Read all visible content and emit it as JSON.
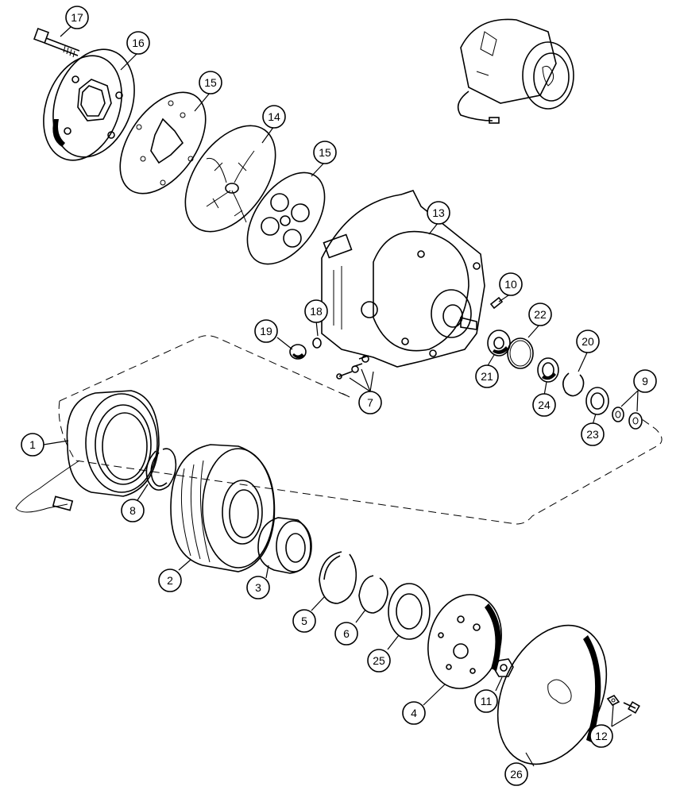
{
  "callouts": [
    {
      "id": "c1",
      "label": "1"
    },
    {
      "id": "c2",
      "label": "2"
    },
    {
      "id": "c3",
      "label": "3"
    },
    {
      "id": "c4",
      "label": "4"
    },
    {
      "id": "c5",
      "label": "5"
    },
    {
      "id": "c6",
      "label": "6"
    },
    {
      "id": "c7",
      "label": "7"
    },
    {
      "id": "c8",
      "label": "8"
    },
    {
      "id": "c9",
      "label": "9"
    },
    {
      "id": "c10",
      "label": "10"
    },
    {
      "id": "c11",
      "label": "11"
    },
    {
      "id": "c12",
      "label": "12"
    },
    {
      "id": "c13",
      "label": "13"
    },
    {
      "id": "c14",
      "label": "14"
    },
    {
      "id": "c15a",
      "label": "15"
    },
    {
      "id": "c15b",
      "label": "15"
    },
    {
      "id": "c16",
      "label": "16"
    },
    {
      "id": "c17",
      "label": "17"
    },
    {
      "id": "c18",
      "label": "18"
    },
    {
      "id": "c19",
      "label": "19"
    },
    {
      "id": "c20",
      "label": "20"
    },
    {
      "id": "c21",
      "label": "21"
    },
    {
      "id": "c22",
      "label": "22"
    },
    {
      "id": "c23",
      "label": "23"
    },
    {
      "id": "c24",
      "label": "24"
    },
    {
      "id": "c25",
      "label": "25"
    },
    {
      "id": "c26",
      "label": "26"
    }
  ]
}
